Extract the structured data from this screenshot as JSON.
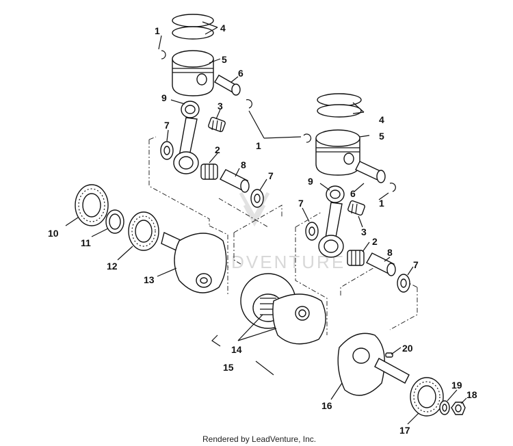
{
  "watermark": "LEADVENTURE",
  "footer": "Rendered by LeadVenture, Inc.",
  "callouts": {
    "c1a": "1",
    "c1b": "1",
    "c1c": "1",
    "c2a": "2",
    "c2b": "2",
    "c3a": "3",
    "c3b": "3",
    "c4a": "4",
    "c4b": "4",
    "c5a": "5",
    "c5b": "5",
    "c6a": "6",
    "c6b": "6",
    "c7a": "7",
    "c7b": "7",
    "c7c": "7",
    "c7d": "7",
    "c8a": "8",
    "c8b": "8",
    "c9a": "9",
    "c9b": "9",
    "c10": "10",
    "c11": "11",
    "c12": "12",
    "c13": "13",
    "c14": "14",
    "c15": "15",
    "c16": "16",
    "c17": "17",
    "c18": "18",
    "c19": "19",
    "c20": "20"
  }
}
